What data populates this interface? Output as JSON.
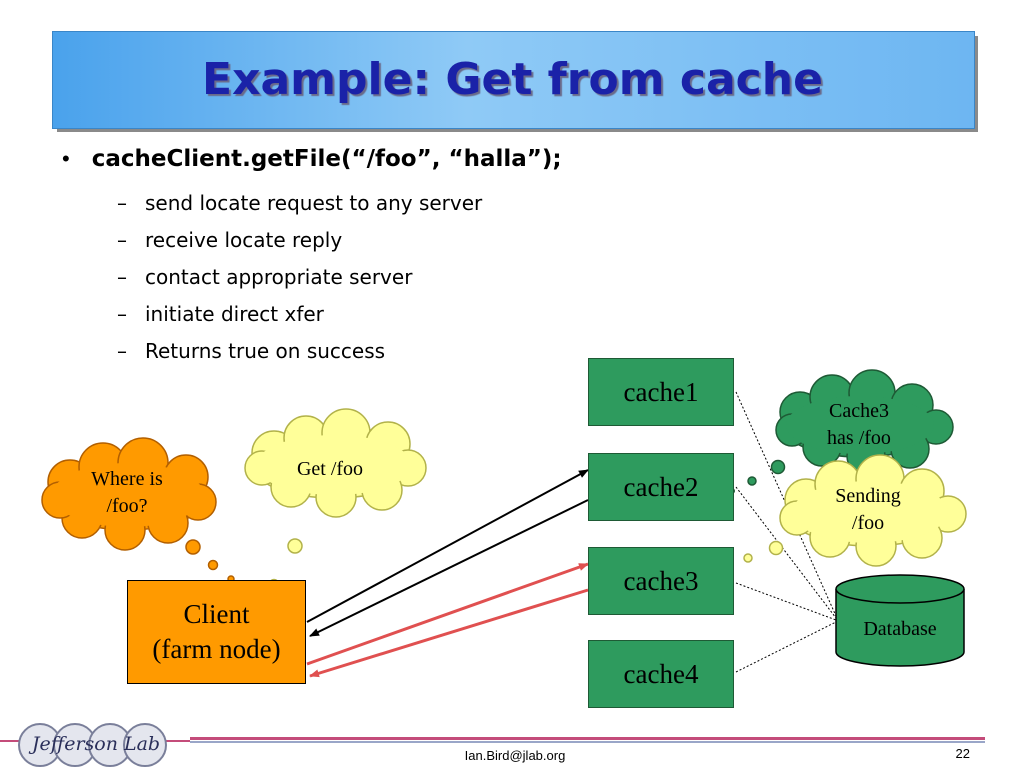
{
  "slide": {
    "title": "Example: Get from cache",
    "bullet": "cacheClient.getFile(“/foo”, “halla”);",
    "bullet_marker": "•",
    "sub_dash": "–",
    "sub_items": [
      "send locate request to any server",
      "receive locate reply",
      "contact appropriate server",
      "initiate direct xfer",
      "Returns true on success"
    ]
  },
  "diagram": {
    "client_line1": "Client",
    "client_line2": "(farm node)",
    "caches": [
      "cache1",
      "cache2",
      "cache3",
      "cache4"
    ],
    "database": "Database",
    "bubble_where_line1": "Where is",
    "bubble_where_line2": "/foo?",
    "bubble_get": "Get /foo",
    "bubble_has_line1": "Cache3",
    "bubble_has_line2": "has /foo",
    "bubble_sending_line1": "Sending",
    "bubble_sending_line2": "/foo"
  },
  "colors": {
    "cache_fill": "#2e9b5e",
    "client_fill": "#ff9a00",
    "request_arrow": "#e05050",
    "thought_yellow": "#ffff99",
    "thought_orange": "#ff9a00",
    "thought_green": "#2e9b5e"
  },
  "footer": {
    "logo_text": "Jefferson Lab",
    "email": "Ian.Bird@jlab.org",
    "page_number": "22"
  }
}
